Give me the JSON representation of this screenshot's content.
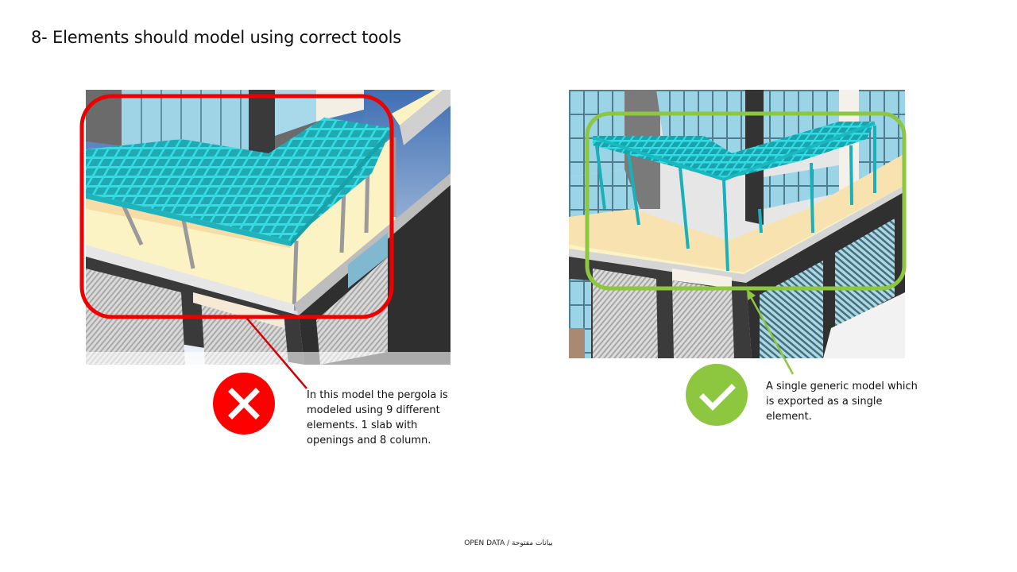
{
  "slide": {
    "title": "8- Elements should model using correct tools"
  },
  "examples": [
    {
      "verdict": "incorrect",
      "icon": "x-cross-icon",
      "icon_color": "#ff0000",
      "highlight_color": "#ee0000",
      "caption": "In this model the pergola is modeled using 9 different elements. 1 slab with openings and 8 column."
    },
    {
      "verdict": "correct",
      "icon": "checkmark-icon",
      "icon_color": "#8dc63f",
      "highlight_color": "#8dc63f",
      "caption": "A single generic model which is exported as a single element."
    }
  ],
  "colors": {
    "pergola": "#2ed3db",
    "terrace_wall": "#fbf3c4",
    "frame": "#3a3a3a",
    "glass": "#8fd0e8"
  },
  "footer": {
    "label": "OPEN DATA / بيانات مفتوحة"
  }
}
